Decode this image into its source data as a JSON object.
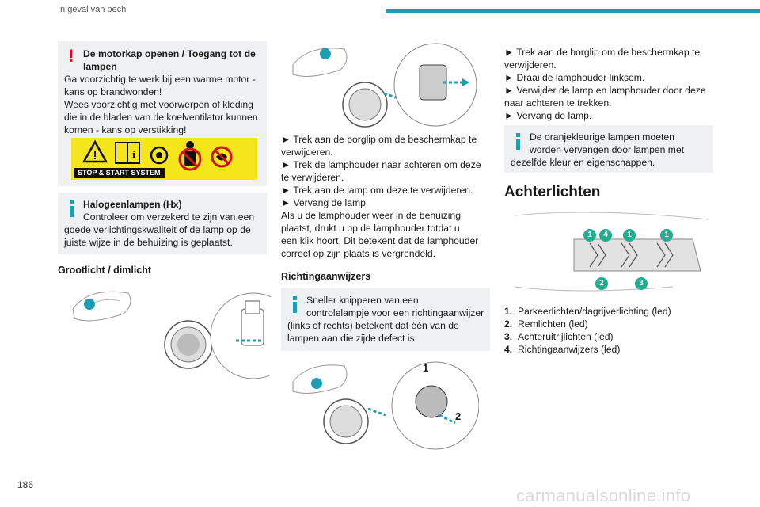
{
  "header": {
    "title": "In geval van pech"
  },
  "page_number": "186",
  "col1": {
    "warning": {
      "title": "De motorkap openen / Toegang tot de lampen",
      "lines": [
        "Ga voorzichtig te werk bij een warme motor -",
        "kans op brandwonden!",
        "Wees voorzichtig met voorwerpen of kleding",
        "die in de bladen van de koelventilator kunnen",
        "komen - kans op verstikking!"
      ],
      "sticker_label": "STOP & START SYSTEM"
    },
    "halogen": {
      "title": "Halogeenlampen (Hx)",
      "lines": [
        "Controleer om verzekerd te zijn van een",
        "goede verlichtingskwaliteit of de lamp op de",
        "juiste wijze in de behuizing is geplaatst."
      ]
    },
    "section_title": "Grootlicht / dimlicht"
  },
  "col2": {
    "steps": [
      "► Trek aan de borglip om de beschermkap te",
      "verwijderen.",
      "► Trek de lamphouder naar achteren om deze",
      "te verwijderen.",
      "► Trek aan de lamp om deze te verwijderen.",
      "► Vervang de lamp.",
      "Als u de lamphouder weer in de behuizing",
      "plaatst, drukt u op de lamphouder totdat u",
      "een klik hoort. Dit betekent dat de lamphouder",
      "correct op zijn plaats is vergrendeld."
    ],
    "section_title": "Richtingaanwijzers",
    "info_lines": [
      "Sneller knipperen van een",
      "controlelampje voor een richtingaanwijzer",
      "(links of rechts) betekent dat één van de",
      "lampen aan die zijde defect is."
    ],
    "callout_1": "1",
    "callout_2": "2"
  },
  "col3": {
    "steps": [
      "► Trek aan de borglip om de beschermkap te",
      "verwijderen.",
      "► Draai de lamphouder linksom.",
      "► Verwijder de lamp en lamphouder door deze",
      "naar achteren te trekken.",
      "► Vervang de lamp."
    ],
    "info_lines": [
      "De oranjekleurige lampen moeten",
      "worden vervangen door lampen met",
      "dezelfde kleur en eigenschappen."
    ],
    "section_title": "Achterlichten",
    "diagram_numbers": [
      "1",
      "4",
      "1",
      "1",
      "2",
      "3"
    ],
    "legend": [
      {
        "num": "1.",
        "text": "Parkeerlichten/dagrijverlichting (led)"
      },
      {
        "num": "2.",
        "text": "Remlichten (led)"
      },
      {
        "num": "3.",
        "text": "Achteruitrijlichten (led)"
      },
      {
        "num": "4.",
        "text": "Richtingaanwijzers (led)"
      }
    ]
  },
  "watermark": "carmanualsonline.info",
  "colors": {
    "accent": "#1e9db4",
    "warning": "#e2001a",
    "box_bg": "#eef0f1",
    "sticker_yellow": "#f5e51b",
    "callout_green": "#1fae8e"
  }
}
